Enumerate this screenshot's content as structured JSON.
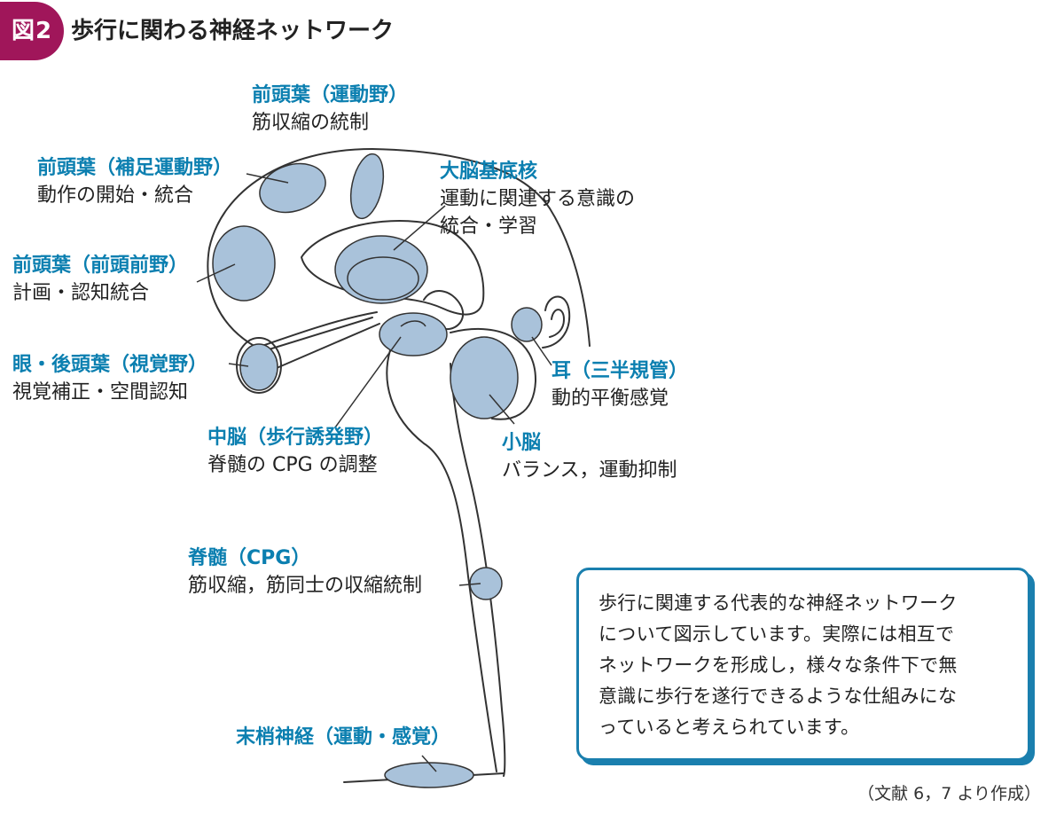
{
  "figure": {
    "number": "図2",
    "title": "歩行に関わる神経ネットワーク"
  },
  "labels": {
    "motor_cortex": {
      "head": "前頭葉（運動野）",
      "desc": "筋収縮の統制"
    },
    "supplementary_motor": {
      "head": "前頭葉（補足運動野）",
      "desc": "動作の開始・統合"
    },
    "prefrontal": {
      "head": "前頭葉（前頭前野）",
      "desc": "計画・認知統合"
    },
    "visual": {
      "head": "眼・後頭葉（視覚野）",
      "desc": "視覚補正・空間認知"
    },
    "basal_ganglia": {
      "head": "大脳基底核",
      "desc1": "運動に関連する意識の",
      "desc2": "統合・学習"
    },
    "ear": {
      "head": "耳（三半規管）",
      "desc": "動的平衡感覚"
    },
    "midbrain": {
      "head": "中脳（歩行誘発野）",
      "desc": "脊髄の CPG の調整"
    },
    "cerebellum": {
      "head": "小脳",
      "desc": "バランス，運動抑制"
    },
    "spinal_cord": {
      "head": "脊髄（CPG）",
      "desc": "筋収縮，筋同士の収縮統制"
    },
    "peripheral": {
      "head": "末梢神経（運動・感覚）"
    }
  },
  "note": {
    "line1": "歩行に関連する代表的な神経ネットワーク",
    "line2": "について図示しています。実際には相互で",
    "line3": "ネットワークを形成し，様々な条件下で無",
    "line4": "意識に歩行を遂行できるような仕組みにな",
    "line5": "っていると考えられています。"
  },
  "source": "（文献 6，7 より作成）",
  "colors": {
    "accent_badge": "#a0165a",
    "label_blue": "#0b7fb0",
    "region_fill": "#a9c2da",
    "outline": "#333333",
    "note_border": "#1a7fae"
  }
}
